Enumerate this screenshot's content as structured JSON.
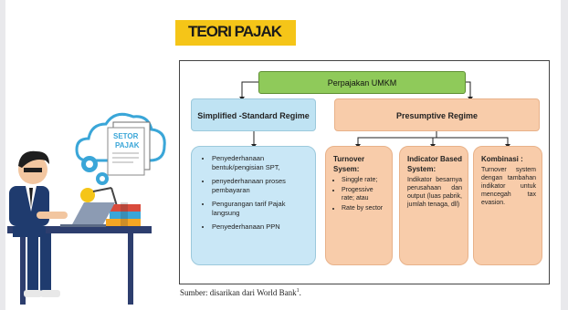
{
  "heading": "TEORI PAJAK",
  "root": "Perpajakan UMKM",
  "branches": {
    "simplified": "Simplified -Standard Regime",
    "presumptive": "Presumptive Regime"
  },
  "simplified_items": [
    "Penyederhanaan bentuk/pengisian SPT,",
    "penyederhanaan proses pembayaran",
    "Pengurangan tarif Pajak langsung",
    "Penyederhanaan PPN"
  ],
  "turnover": {
    "title": "Turnover Sysem:",
    "items": [
      "Singgle rate;",
      "Progessive rate; atau",
      "Rate by sector"
    ]
  },
  "indicator": {
    "title": "Indicator Based System:",
    "text": "Indikator besarnya perusahaan dan output (luas pabrik, jumlah tenaga, dll)"
  },
  "kombinasi": {
    "title": "Kombinasi :",
    "text": "Turnover system dengan tambahan indikator untuk mencegah tax evasion."
  },
  "source": "Sumber: disarikan dari World Bank",
  "source_sup": "1",
  "illustration": {
    "cloud_label_1": "SETOR",
    "cloud_label_2": "PAJAK"
  },
  "colors": {
    "accent_yellow": "#f5c518",
    "root_green": "#8fca5a",
    "blue_box": "#c9e7f6",
    "orange_box": "#f8ccaa"
  }
}
